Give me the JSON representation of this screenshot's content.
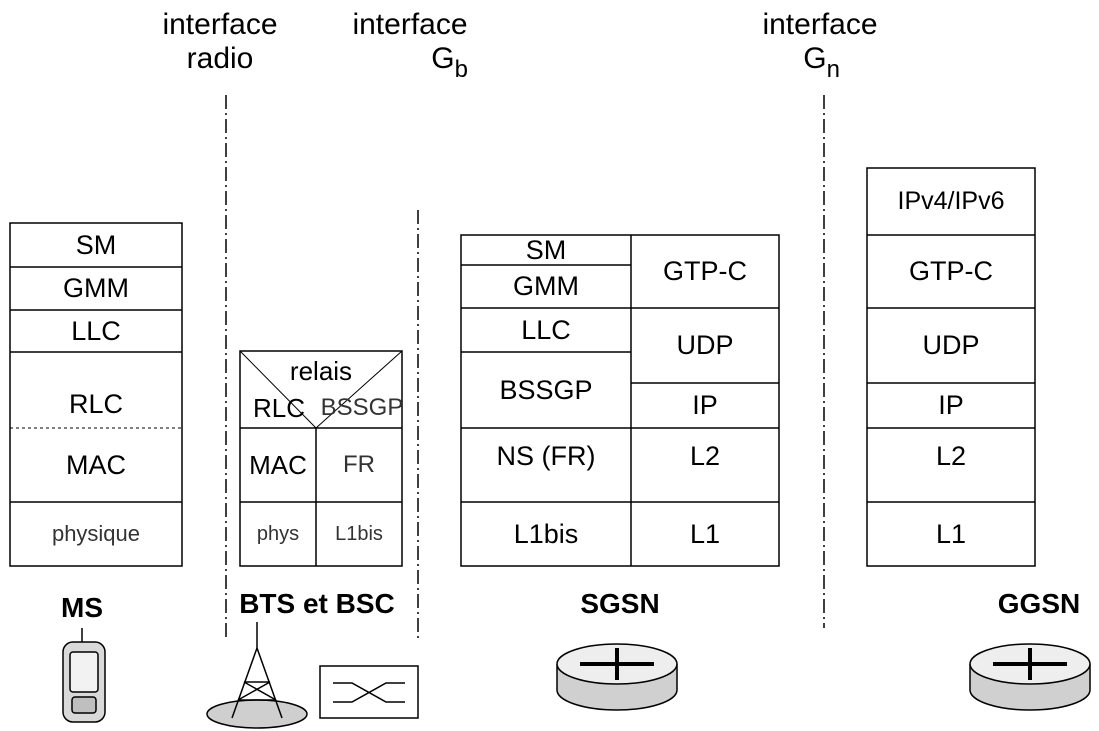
{
  "interfaces": {
    "radio": {
      "line1": "interface",
      "line2": "radio"
    },
    "gb": {
      "line1": "interface",
      "line2": "G",
      "line2_sub": "b"
    },
    "gn": {
      "line1": "interface",
      "line2": "G",
      "line2_sub": "n"
    }
  },
  "ms_stack": {
    "sm": "SM",
    "gmm": "GMM",
    "llc": "LLC",
    "rlc": "RLC",
    "mac": "MAC",
    "phys": "physique"
  },
  "bts_stack": {
    "relais": "relais",
    "rlc": "RLC",
    "bssgp": "BSSGP",
    "mac": "MAC",
    "fr": "FR",
    "phys": "phys",
    "l1bis": "L1bis"
  },
  "sgsn_stack": {
    "sm": "SM",
    "gmm": "GMM",
    "llc": "LLC",
    "bssgp": "BSSGP",
    "ns": "NS (FR)",
    "l1bis": "L1bis",
    "gtpc": "GTP-C",
    "udp": "UDP",
    "ip": "IP",
    "l2": "L2",
    "l1": "L1"
  },
  "ggsn_stack": {
    "ipv": "IPv4/IPv6",
    "gtpc": "GTP-C",
    "udp": "UDP",
    "ip": "IP",
    "l2": "L2",
    "l1": "L1"
  },
  "nodes": {
    "ms": "MS",
    "bts": "BTS et BSC",
    "sgsn": "SGSN",
    "ggsn": "GGSN"
  },
  "icons": {
    "ms": "mobile-phone-icon",
    "bts": "antenna-tower-icon",
    "bsc": "switch-box-icon",
    "sgsn": "router-icon",
    "ggsn": "router-icon"
  }
}
